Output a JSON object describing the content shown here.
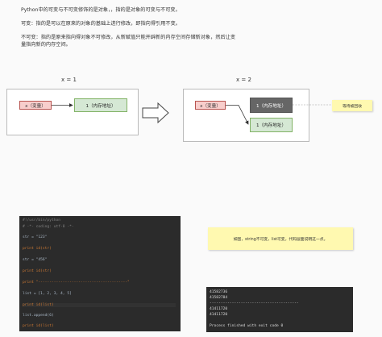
{
  "text": {
    "intro": "Python中的可变与不可变修饰的是对象，，指的是对象的可变与不可变。",
    "mutable": "可变：指的是可以在原来的对象的基础上进行修改，即指向得引用不变。",
    "immutable_line1": "不可变：指的是原来指向得对象不可修改，从新赋值只能开辟新的内存空间存储新对象，然后让变",
    "immutable_line2": "量指向新的内存空间。"
  },
  "diagram": {
    "left": {
      "title": "x = 1",
      "var": "x（变量）",
      "mem": "1（内存地址）"
    },
    "right": {
      "title": "x = 2",
      "var": "x（变量）",
      "mem_old": "1（内存地址）",
      "mem_new": "1（内存地址）"
    },
    "note_small": "等待被回收",
    "note_big": "如图，string不可变，list可变，代码层面说明这一点。"
  },
  "code": {
    "lines": [
      "#!/usr/bin/python",
      "# -*- coding: utf-8 -*-",
      "str = \"123\"",
      "print id(str)",
      "str = \"456\"",
      "print id(str)",
      "print \"----------------------------------------\"",
      "list = [1, 2, 3, 4, 5]",
      "print id(list)",
      "list.append(6)",
      "print id(list)"
    ]
  },
  "output": {
    "lines": [
      "41582736",
      "41582784",
      "----------------------------------------",
      "41411720",
      "41411720",
      "",
      "Process finished with exit code 0"
    ]
  }
}
